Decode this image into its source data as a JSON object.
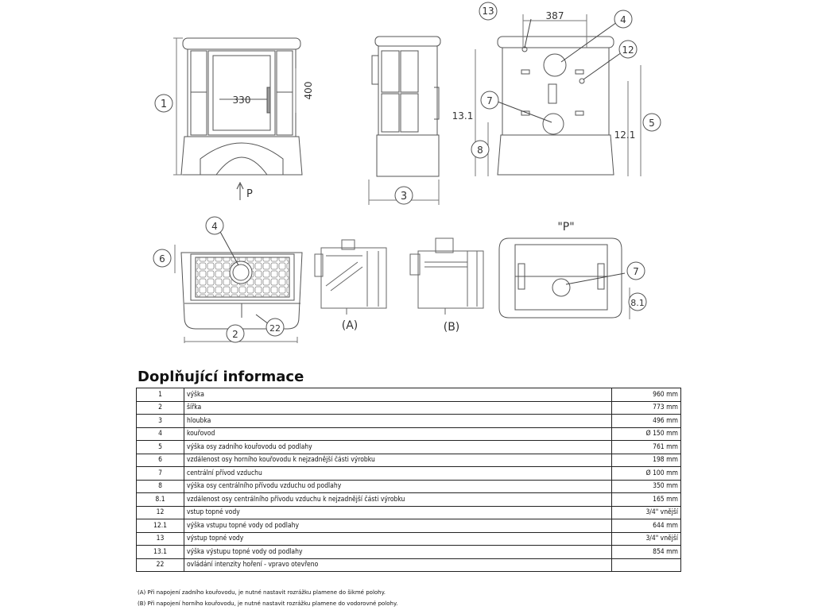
{
  "drawing": {
    "callouts": {
      "front_1": "1",
      "front_330": "330",
      "front_400": "400",
      "front_p": "P",
      "side_3": "3",
      "back_13": "13",
      "back_387": "387",
      "back_4": "4",
      "back_12": "12",
      "back_7": "7",
      "back_13_1": "13.1",
      "back_5": "5",
      "back_12_1": "12.1",
      "back_8": "8",
      "top_4": "4",
      "top_6": "6",
      "top_2": "2",
      "top_22": "22",
      "view_a": "(A)",
      "view_b": "(B)",
      "bottom_p": "\"P\"",
      "bottom_7": "7",
      "bottom_8_1": "8.1"
    }
  },
  "info": {
    "title": "Doplňující informace",
    "rows": [
      {
        "no": "1",
        "desc": "výška",
        "value": "960 mm"
      },
      {
        "no": "2",
        "desc": "šířka",
        "value": "773 mm"
      },
      {
        "no": "3",
        "desc": "hloubka",
        "value": "496 mm"
      },
      {
        "no": "4",
        "desc": "kouřovod",
        "value": "Ø 150 mm"
      },
      {
        "no": "5",
        "desc": "výška osy zadního kouřovodu od podlahy",
        "value": "761 mm"
      },
      {
        "no": "6",
        "desc": "vzdálenost osy horního kouřovodu k nejzadnější části výrobku",
        "value": "198 mm"
      },
      {
        "no": "7",
        "desc": "centrální přívod vzduchu",
        "value": "Ø 100 mm"
      },
      {
        "no": "8",
        "desc": "výška osy centrálního přívodu vzduchu od podlahy",
        "value": "350 mm"
      },
      {
        "no": "8.1",
        "desc": "vzdálenost osy centrálního přívodu vzduchu k nejzadnější části výrobku",
        "value": "165 mm"
      },
      {
        "no": "12",
        "desc": "vstup topné vody",
        "value": "3/4\" vnější"
      },
      {
        "no": "12.1",
        "desc": "výška vstupu topné vody od podlahy",
        "value": "644 mm"
      },
      {
        "no": "13",
        "desc": "výstup topné vody",
        "value": "3/4\" vnější"
      },
      {
        "no": "13.1",
        "desc": "výška výstupu topné vody od podlahy",
        "value": "854 mm"
      },
      {
        "no": "22",
        "desc": "ovládání intenzity hoření - vpravo otevřeno",
        "value": ""
      }
    ]
  },
  "notes": {
    "a": "(A) Při napojení zadního kouřovodu, je nutné nastavit rozrážku plamene do šikmé polohy.",
    "b": "(B) Při napojení horního kouřovodu, je nutné nastavit rozrážku plamene do vodorovné polohy."
  }
}
